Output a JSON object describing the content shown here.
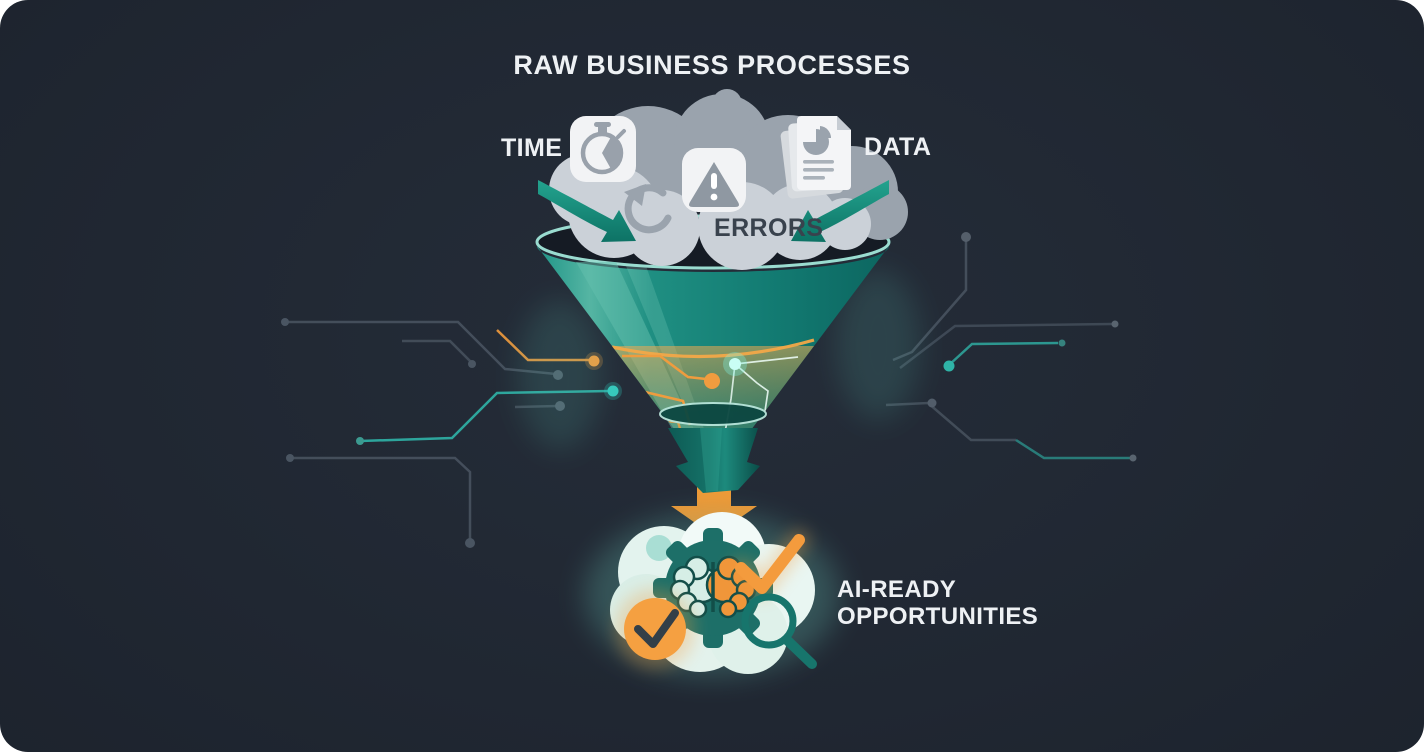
{
  "title": "RAW BUSINESS PROCESSES",
  "inputs": {
    "time": {
      "label": "TIME",
      "icon": "stopwatch-icon"
    },
    "errors": {
      "label": "ERRORS",
      "icon": "warning-triangle-icon"
    },
    "data": {
      "label": "DATA",
      "icon": "documents-icon"
    },
    "extra_icon": "refresh-icon"
  },
  "output": {
    "line1": "AI-READY",
    "line2": "OPPORTUNITIES",
    "icons": [
      "gear-brain-icon",
      "checkmark-icon",
      "check-circle-icon",
      "magnifier-icon"
    ]
  },
  "colors": {
    "panel_bg": "#202732",
    "funnel_teal": "#17857b",
    "funnel_rim": "#9adcd0",
    "accent_orange": "#ee9434",
    "amber_band": "#e09a44",
    "circuit_gray": "#4a5562",
    "circuit_teal": "#2fb3a7",
    "circuit_orange": "#e8963c",
    "cloud_gray": "#9aa3ad",
    "cloud_light": "#cbd1d8",
    "mint_cloud": "#e9f6f1",
    "text_light": "#eef1f4",
    "text_dark": "#39424d"
  }
}
